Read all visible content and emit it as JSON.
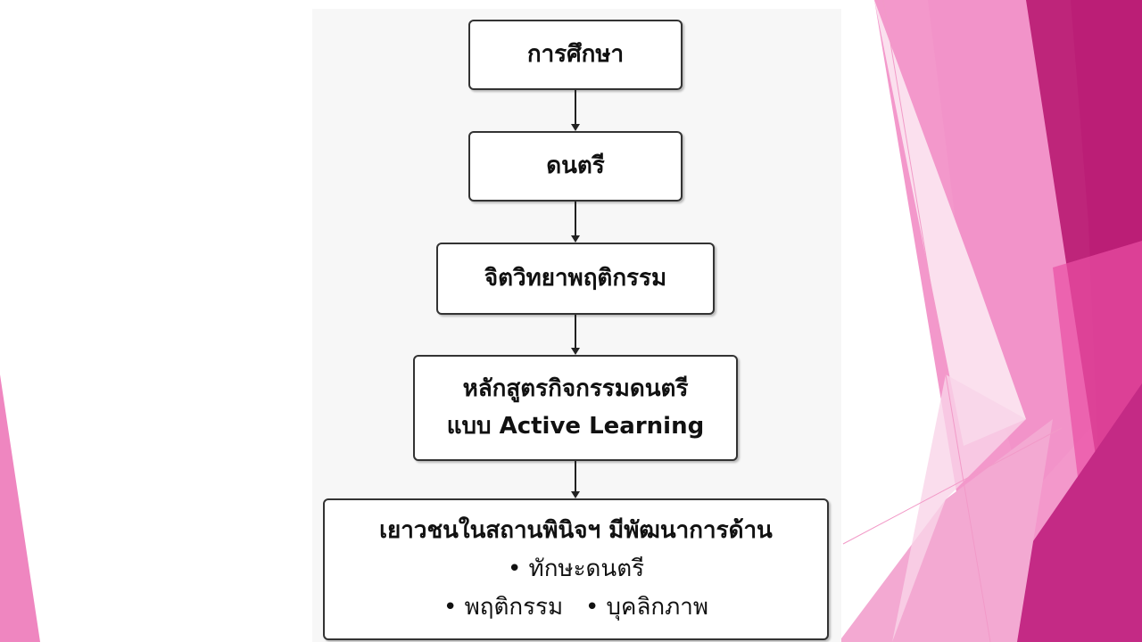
{
  "flowchart": {
    "step1": "การศึกษา",
    "step2": "ดนตรี",
    "step3": "จิตวิทยาพฤติกรรม",
    "step4": {
      "line1": "หลักสูตรกิจกรรมดนตรี",
      "line2": "แบบ Active Learning"
    },
    "step5": {
      "title": "เยาวชนในสถานพินิจฯ มีพัฒนาการด้าน",
      "bullets": [
        "• ทักษะดนตรี",
        "• พฤติกรรม",
        "• บุคลิกภาพ"
      ]
    }
  },
  "colors": {
    "accent_dark": "#b8176f",
    "accent_mid": "#f18ac3",
    "accent_light": "#f7c8e2"
  }
}
